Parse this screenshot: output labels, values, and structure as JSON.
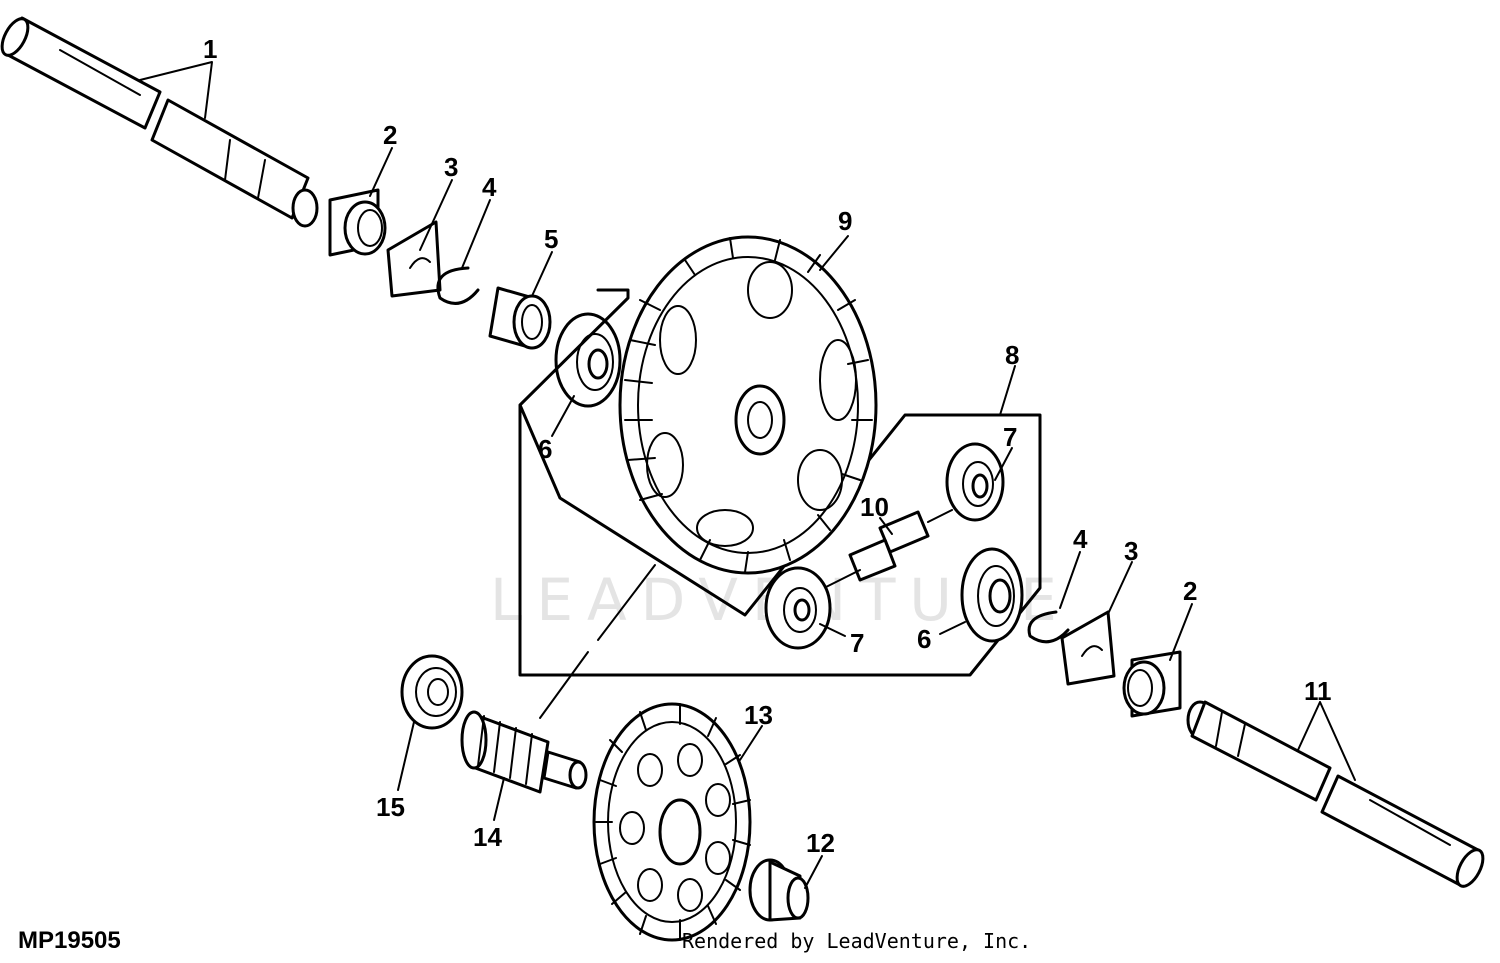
{
  "figure_code": "MP19505",
  "credit": "Rendered by LeadVenture, Inc.",
  "watermark": "LEADVENTURE",
  "callouts": [
    "1",
    "2",
    "3",
    "4",
    "5",
    "6",
    "9",
    "8",
    "7",
    "10",
    "7",
    "6",
    "4",
    "3",
    "2",
    "11",
    "13",
    "12",
    "14",
    "15"
  ],
  "parts": [
    {
      "name": "axle-shaft-left-icon"
    },
    {
      "name": "flange-bushing-icon"
    },
    {
      "name": "thrust-washer-icon"
    },
    {
      "name": "snap-ring-icon"
    },
    {
      "name": "bushing-icon"
    },
    {
      "name": "bevel-gear-icon"
    },
    {
      "name": "differential-kit-icon"
    },
    {
      "name": "ring-gear-icon"
    },
    {
      "name": "pinion-shaft-icon"
    },
    {
      "name": "axle-shaft-right-icon"
    },
    {
      "name": "spacer-icon"
    },
    {
      "name": "spur-gear-icon"
    },
    {
      "name": "pinion-gear-icon"
    },
    {
      "name": "ball-bearing-icon"
    }
  ]
}
